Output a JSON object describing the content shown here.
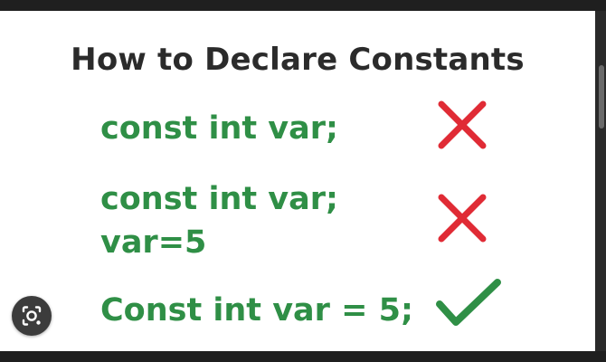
{
  "title": "How to Declare Constants",
  "examples": [
    {
      "lines": [
        "const int var;"
      ],
      "verdict": "incorrect",
      "icon": "cross-icon"
    },
    {
      "lines": [
        "const int var;",
        "var=5"
      ],
      "verdict": "incorrect",
      "icon": "cross-icon"
    },
    {
      "lines": [
        "Const int var = 5;"
      ],
      "verdict": "correct",
      "icon": "check-icon"
    }
  ],
  "colors": {
    "code": "#2f8f46",
    "cross": "#e02b35",
    "check": "#2f8f46",
    "title": "#2b2b2b"
  },
  "overlay": {
    "icon": "lens-search-icon"
  }
}
